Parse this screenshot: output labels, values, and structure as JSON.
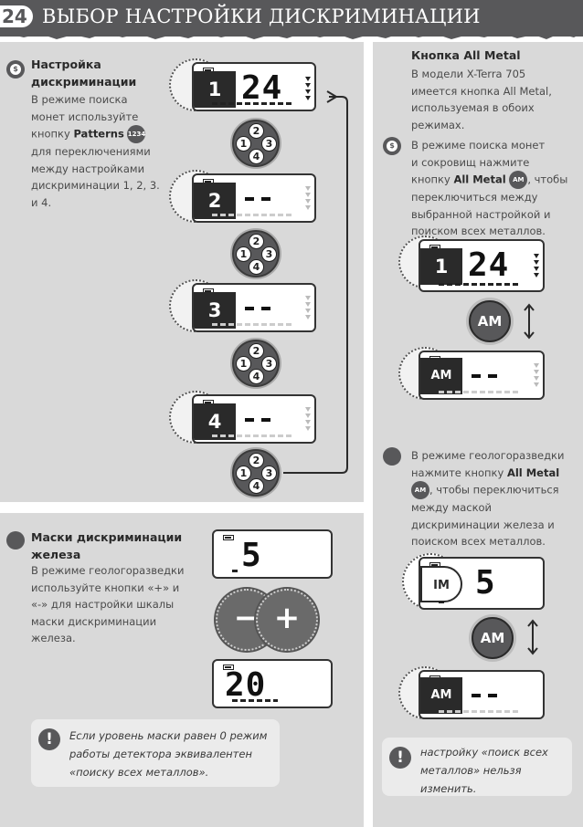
{
  "header": {
    "page_number": "24",
    "title": "ВЫБОР НАСТРОЙКИ ДИСКРИМИНАЦИИ"
  },
  "section_patterns": {
    "heading": [
      "Настройка",
      "дискриминации"
    ],
    "lines": [
      "В режиме поиска",
      "монет используйте",
      "кнопку",
      "Patterns",
      "для переключениями",
      "между настройками",
      "дискриминации 1, 2, 3.",
      "и 4."
    ]
  },
  "patterns_button": {
    "numbers": [
      "1",
      "2",
      "3",
      "4"
    ]
  },
  "displays_left": [
    {
      "flag": "1",
      "value": "24"
    },
    {
      "flag": "2",
      "value": ""
    },
    {
      "flag": "3",
      "value": ""
    },
    {
      "flag": "4",
      "value": ""
    }
  ],
  "section_iron": {
    "heading": [
      "Маски дискриминации",
      "железа"
    ],
    "lines": [
      "В режиме геологоразведки",
      "используйте кнопки «+» и",
      "«-» для настройки шкалы",
      "маски дискриминации",
      "железа."
    ],
    "display_top": "5",
    "display_bottom": "20",
    "minus_label": "−",
    "plus_label": "+"
  },
  "note_left": {
    "lines": [
      "Если уровень маски равен 0 режим",
      "работы детектора эквивалентен",
      "«поиску всех металлов»."
    ]
  },
  "section_all_metal": {
    "heading": "Кнопка All Metal",
    "intro": [
      "В модели X-Terra 705",
      "имеется кнопка All Metal,",
      "используемая в обоих",
      "режимах."
    ],
    "coin_lines": [
      "В режиме поиска монет",
      "и сокровищ нажмите",
      "кнопку",
      "All Metal",
      ", чтобы",
      "переключиться между",
      "выбранной настройкой и",
      "поиском всех металлов."
    ],
    "coin_display": {
      "flag": "1",
      "value": "24"
    },
    "am_label": "AM",
    "am_display": {
      "flag": "AM"
    },
    "prospect_lines": [
      "В режиме геологоразведки",
      "нажмите кнопку",
      "All Metal",
      ", чтобы переключиться",
      "между маской",
      "дискриминации железа и",
      "поиском всех металлов."
    ],
    "im_display": {
      "flag": "IM",
      "value": "5"
    },
    "am_display_2": {
      "flag": "AM"
    }
  },
  "note_right": {
    "lines": [
      "настройку «поиск всех",
      "металлов» нельзя",
      "изменить."
    ]
  },
  "colors": {
    "header": "#58585a",
    "panel": "#d9d9d9",
    "note": "#ebebeb"
  }
}
